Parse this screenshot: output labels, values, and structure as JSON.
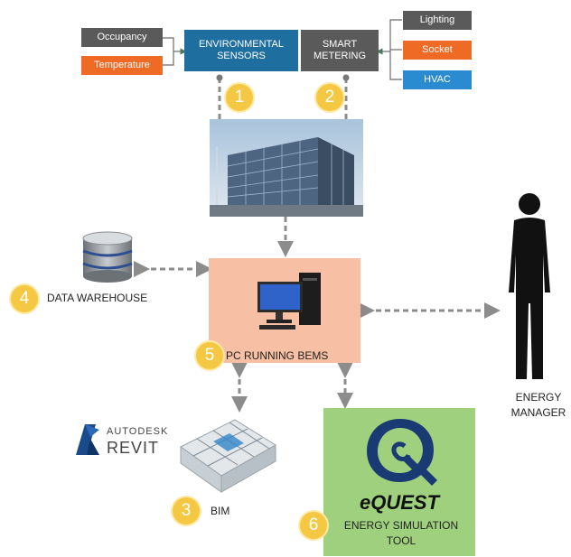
{
  "env_sensors": {
    "label": "ENVIRONMENTAL SENSORS",
    "inputs": [
      "Occupancy",
      "Temperature"
    ],
    "number": "1"
  },
  "smart_metering": {
    "label": "SMART METERING",
    "inputs": [
      "Lighting",
      "Socket",
      "HVAC"
    ],
    "number": "2"
  },
  "data_warehouse": {
    "label": "DATA WAREHOUSE",
    "number": "4"
  },
  "pc_bems": {
    "label": "PC RUNNING BEMS",
    "number": "5"
  },
  "energy_manager": {
    "label": "ENERGY MANAGER"
  },
  "bim": {
    "label": "BIM",
    "number": "3",
    "revit_brand": "AUTODESK",
    "revit_name": "REVIT"
  },
  "equest": {
    "logo_text": "eQUEST",
    "label": "ENERGY SIMULATION TOOL",
    "number": "6"
  },
  "colors": {
    "blue": "#1f6ea0",
    "gray": "#5a5a5a",
    "orange": "#ef6a25",
    "light_blue": "#2a8bd0",
    "peach": "#f7bfa4",
    "green": "#9ed07e",
    "badge": "#f4c843",
    "arrow": "#8c8c8c"
  }
}
